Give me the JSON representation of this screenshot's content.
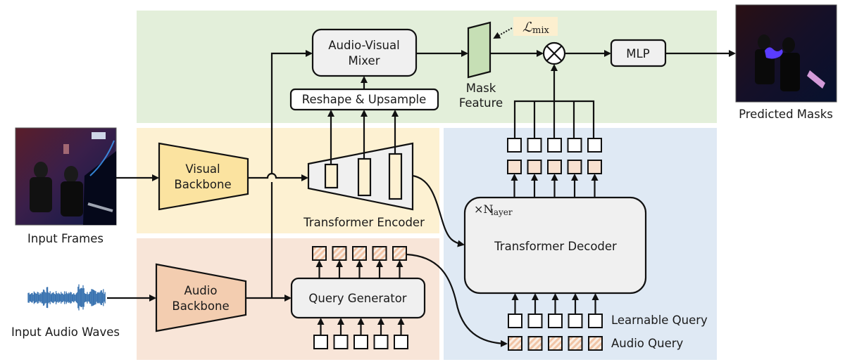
{
  "colors": {
    "panel_green": "#e3efda",
    "panel_yellow": "#fdf1d2",
    "panel_peach": "#f8e5d8",
    "panel_blue": "#dfe9f4",
    "backbone_yellow": "#fbe3a0",
    "backbone_peach": "#f3cdb0",
    "mask_feature_green": "#c6dfb5",
    "loss_bg": "#fcefcf",
    "block_gray": "#f0f0f0",
    "token_peach": "#f8e1d0",
    "hatch_peach": "#f1c4a6",
    "waveform_blue": "#3a73b0"
  },
  "inputs": {
    "frames_label": "Input Frames",
    "audio_label": "Input Audio Waves"
  },
  "output": {
    "label": "Predicted Masks"
  },
  "modules": {
    "visual_backbone": [
      "Visual",
      "Backbone"
    ],
    "audio_backbone": [
      "Audio",
      "Backbone"
    ],
    "transformer_encoder": "Transformer Encoder",
    "reshape_upsample": "Reshape & Upsample",
    "av_mixer": [
      "Audio-Visual",
      "Mixer"
    ],
    "mask_feature": [
      "Mask",
      "Feature"
    ],
    "mlp": "MLP",
    "transformer_decoder": "Transformer Decoder",
    "query_generator": "Query Generator",
    "layer_multiplier": "×N",
    "layer_subscript": "layer",
    "loss_symbol": "ℒ",
    "loss_subscript": "mix",
    "multiply_symbol": "⊗"
  },
  "legend": {
    "learnable_query": "Learnable Query",
    "audio_query": "Audio Query"
  },
  "token_counts": {
    "query_generator_inputs": 5,
    "query_generator_outputs": 5,
    "decoder_learnable_queries": 5,
    "decoder_audio_queries": 5,
    "decoder_outputs": 5,
    "encoder_feature_levels": 3
  }
}
